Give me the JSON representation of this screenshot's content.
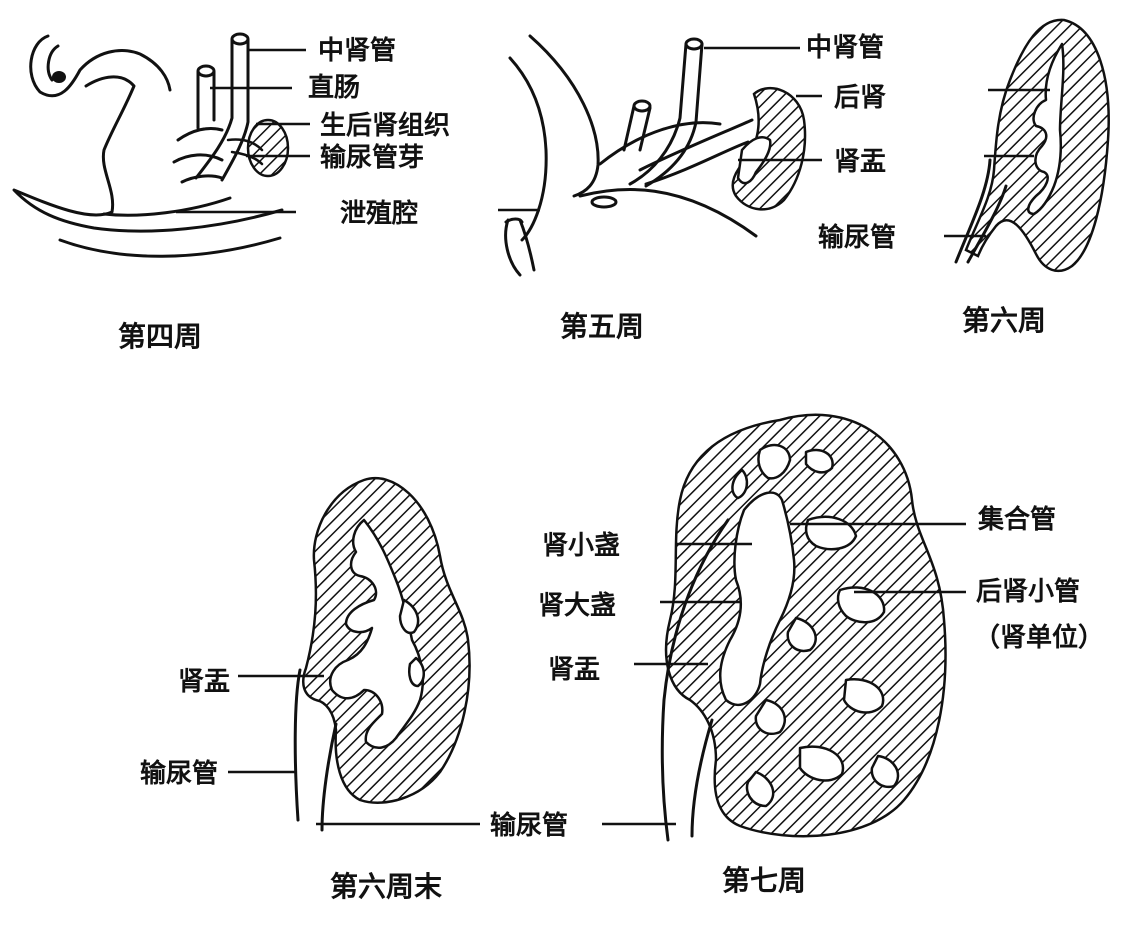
{
  "panels": [
    {
      "caption": "第四周",
      "labels": [
        "中肾管",
        "直肠",
        "生后肾组织",
        "输尿管芽",
        "泄殖腔"
      ]
    },
    {
      "caption": "第五周",
      "labels": [
        "中肾管",
        "后肾",
        "肾盂"
      ]
    },
    {
      "caption": "第六周",
      "labels": [
        "输尿管"
      ]
    },
    {
      "caption": "第六周末",
      "labels": [
        "肾盂",
        "输尿管"
      ]
    },
    {
      "caption": "第七周",
      "labels": [
        "输尿管",
        "肾小盏",
        "集合管",
        "肾大盏",
        "后肾小管",
        "（肾单位）",
        "肾盂"
      ]
    }
  ]
}
